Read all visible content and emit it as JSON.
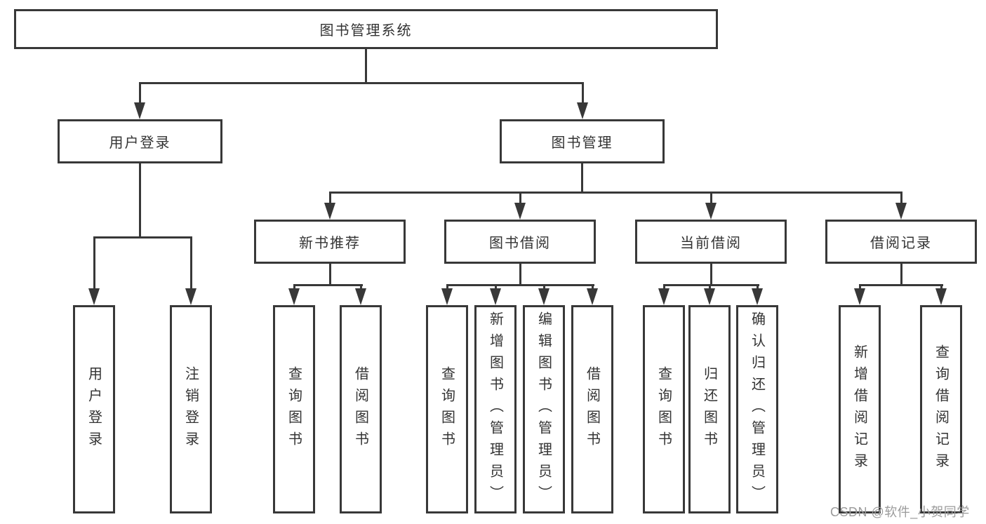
{
  "diagram_title": "图书管理系统",
  "watermark": {
    "text": "CSDN @软件_小贺同学"
  },
  "colors": {
    "line": "#383838",
    "text": "#333333",
    "background": "#ffffff",
    "watermark": "#9b9b9b"
  },
  "tree": {
    "label": "图书管理系统",
    "children": [
      {
        "label": "用户登录",
        "children": [
          {
            "label": "用户登录"
          },
          {
            "label": "注销登录"
          }
        ]
      },
      {
        "label": "图书管理",
        "children": [
          {
            "label": "新书推荐",
            "children": [
              {
                "label": "查询图书"
              },
              {
                "label": "借阅图书"
              }
            ]
          },
          {
            "label": "图书借阅",
            "children": [
              {
                "label": "查询图书"
              },
              {
                "label": "新增图书（管理员）"
              },
              {
                "label": "编辑图书（管理员）"
              },
              {
                "label": "借阅图书"
              }
            ]
          },
          {
            "label": "当前借阅",
            "children": [
              {
                "label": "查询图书"
              },
              {
                "label": "归还图书"
              },
              {
                "label": "确认归还（管理员）"
              }
            ]
          },
          {
            "label": "借阅记录",
            "children": [
              {
                "label": "新增借阅记录"
              },
              {
                "label": "查询借阅记录"
              }
            ]
          }
        ]
      }
    ]
  }
}
